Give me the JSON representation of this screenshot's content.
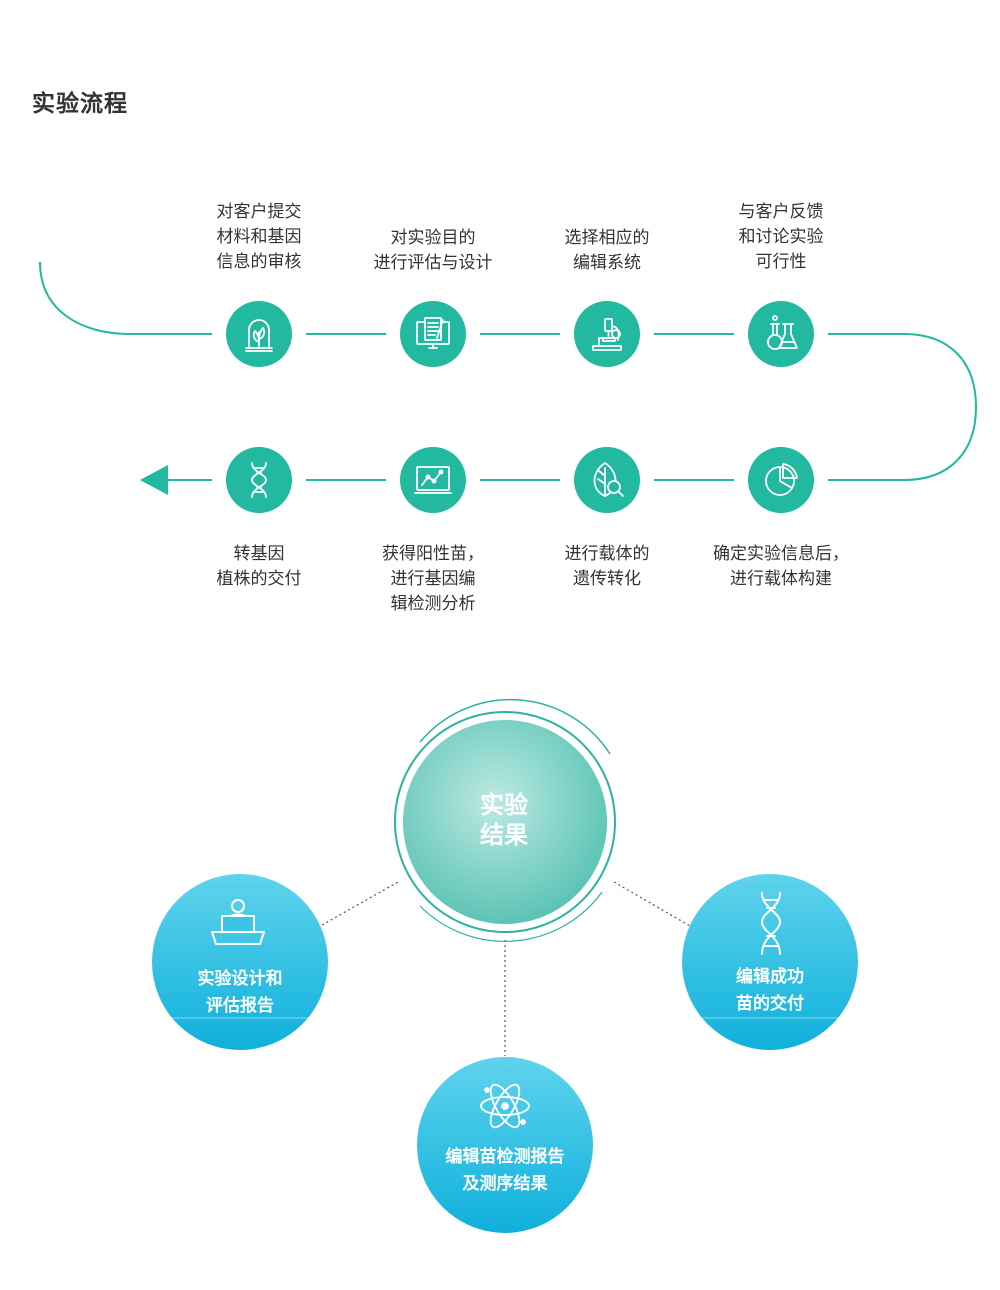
{
  "page_title": "实验流程",
  "colors": {
    "flow_teal": "#22b9a0",
    "bubble_top": "#5fd3ec",
    "bubble_bottom": "#0fb0dc",
    "center_light": "#b9e8e2",
    "center_dark": "#5cc4b5"
  },
  "flow": {
    "top_steps": [
      {
        "label": "对客户提交\n材料和基因\n信息的审核",
        "icon": "plant-bell-jar-icon"
      },
      {
        "label": "对实验目的\n进行评估与设计",
        "icon": "document-monitor-icon"
      },
      {
        "label": "选择相应的\n编辑系统",
        "icon": "microscope-icon"
      },
      {
        "label": "与客户反馈\n和讨论实验\n可行性",
        "icon": "flasks-icon"
      }
    ],
    "bottom_steps": [
      {
        "label": "转基因\n植株的交付",
        "icon": "dna-icon"
      },
      {
        "label": "获得阳性苗，\n进行基因编\n辑检测分析",
        "icon": "line-chart-screen-icon"
      },
      {
        "label": "进行载体的\n遗传转化",
        "icon": "leaf-magnifier-icon"
      },
      {
        "label": "确定实验信息后，\n进行载体构建",
        "icon": "pie-chart-icon"
      }
    ]
  },
  "results": {
    "center_label": "实验\n结果",
    "bubbles": [
      {
        "label": "实验设计和\n评估报告",
        "icon": "person-laptop-icon"
      },
      {
        "label": "编辑成功\n苗的交付",
        "icon": "dna-icon"
      },
      {
        "label": "编辑苗检测报告\n及测序结果",
        "icon": "atom-icon"
      }
    ]
  }
}
